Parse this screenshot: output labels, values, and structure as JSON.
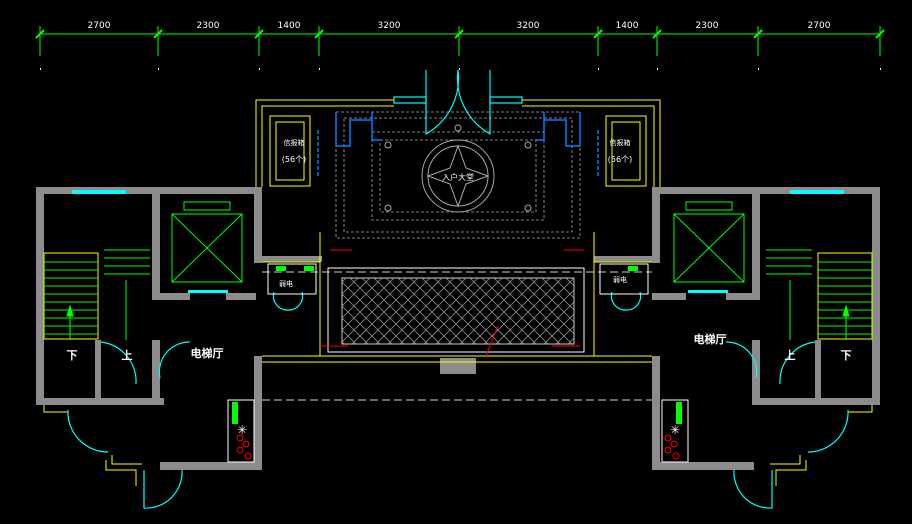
{
  "drawing": {
    "dimensions": [
      "2700",
      "2300",
      "1400",
      "3200",
      "3200",
      "1400",
      "2300",
      "2700"
    ],
    "labels": {
      "lobby": "入户大堂",
      "elevator_hall_left": "电梯厅",
      "elevator_hall_right": "电梯厅",
      "mailbox_left": "信报箱",
      "mailbox_right": "信报箱",
      "mailbox_count_left": "(56个)",
      "mailbox_count_right": "(56个)",
      "down_left": "下",
      "up_left": "上",
      "up_right": "上",
      "down_right": "下",
      "room_left": "弱电",
      "room_right": "弱电"
    },
    "colors": {
      "wall": "#8c8c8c",
      "dim_line": "#00ff00",
      "door": "#00ffff",
      "outline": "#ffff00",
      "feature": "#ff0000",
      "blue": "#0080ff"
    }
  }
}
